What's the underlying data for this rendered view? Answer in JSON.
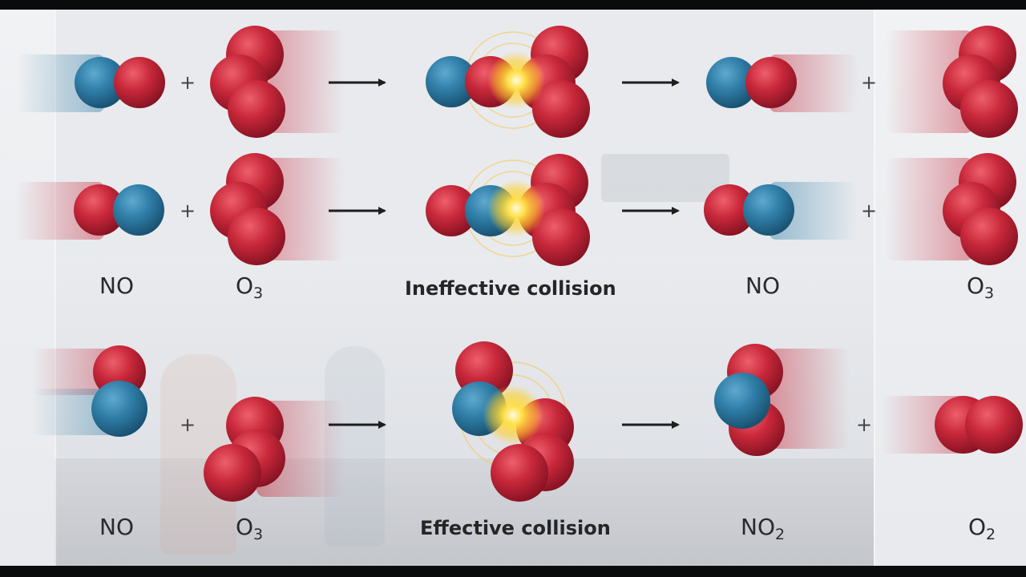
{
  "labels": {
    "row1_reactant1": {
      "base": "NO",
      "sub": ""
    },
    "row1_reactant2": {
      "base": "O",
      "sub": "3"
    },
    "row1_product1": {
      "base": "NO",
      "sub": ""
    },
    "row1_product2": {
      "base": "O",
      "sub": "3"
    },
    "row2_reactant1": {
      "base": "NO",
      "sub": ""
    },
    "row2_reactant2": {
      "base": "O",
      "sub": "3"
    },
    "row2_product1": {
      "base": "NO",
      "sub": "2"
    },
    "row2_product2": {
      "base": "O",
      "sub": "2"
    }
  },
  "captions": {
    "ineffective": "Ineffective collision",
    "effective": "Effective collision"
  },
  "plus_sign": "+",
  "colors": {
    "oxygen": "#c8283a",
    "nitrogen": "#2f7ea8",
    "flash": "#ffe04a",
    "arrow": "#1e1e1e",
    "text": "#2a2a2a"
  }
}
